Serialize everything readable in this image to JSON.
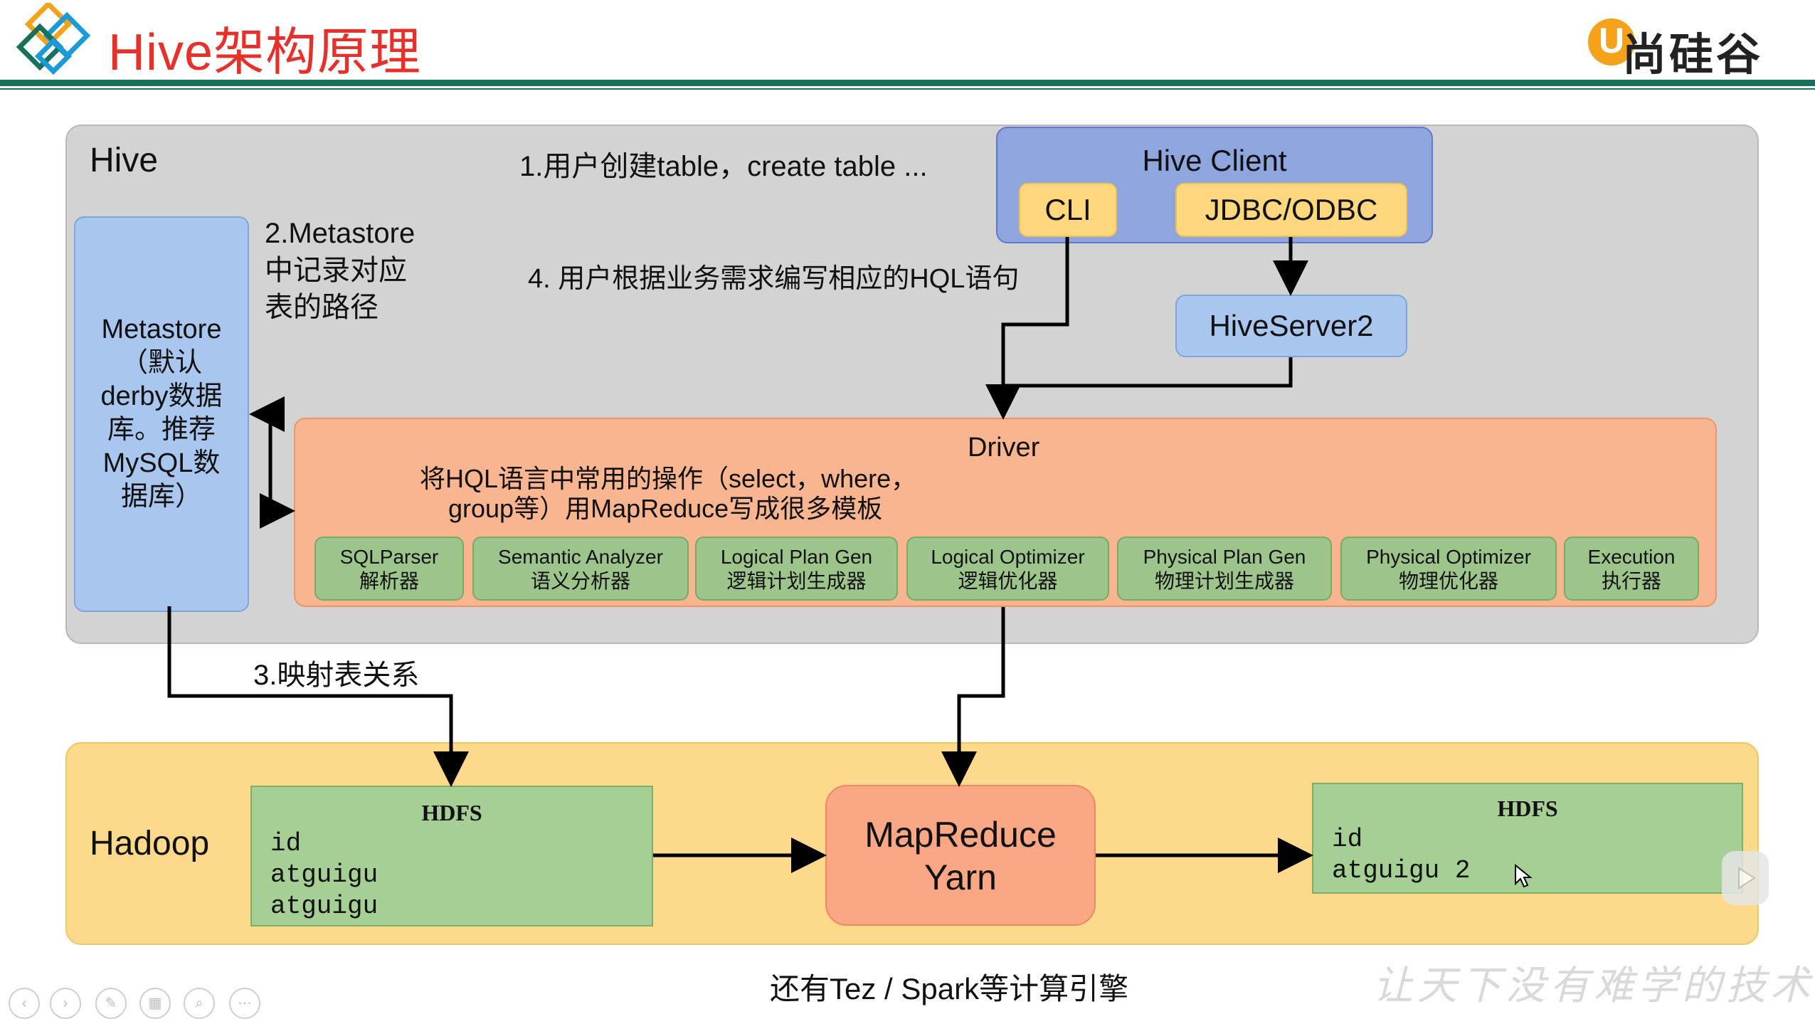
{
  "slide": {
    "title": "Hive架构原理",
    "brand": "尚硅谷",
    "watermark": "让天下没有难学的技术",
    "footer_note": "还有Tez / Spark等计算引擎"
  },
  "hive": {
    "label": "Hive",
    "step1": "1.用户创建table，create table ...",
    "step2_lines": [
      "2.Metastore",
      "中记录对应",
      "表的路径"
    ],
    "step4": "4. 用户根据业务需求编写相应的HQL语句",
    "client": {
      "title": "Hive Client",
      "cli": "CLI",
      "jdbc": "JDBC/ODBC"
    },
    "hiveserver2": "HiveServer2",
    "metastore_lines": [
      "Metastore",
      "（默认",
      "derby数据",
      "库。推荐",
      "MySQL数",
      "据库）"
    ],
    "driver": {
      "title": "Driver",
      "desc_line1": "将HQL语言中常用的操作（select，where，",
      "desc_line2": "group等）用MapReduce写成很多模板",
      "modules": [
        {
          "en": "SQLParser",
          "zh": "解析器"
        },
        {
          "en": "Semantic Analyzer",
          "zh": "语义分析器"
        },
        {
          "en": "Logical Plan Gen",
          "zh": "逻辑计划生成器"
        },
        {
          "en": "Logical Optimizer",
          "zh": "逻辑优化器"
        },
        {
          "en": "Physical Plan Gen",
          "zh": "物理计划生成器"
        },
        {
          "en": "Physical Optimizer",
          "zh": "物理优化器"
        },
        {
          "en": "Execution",
          "zh": "执行器"
        }
      ]
    }
  },
  "mapping_label": "3.映射表关系",
  "hadoop": {
    "label": "Hadoop",
    "hdfs_in": {
      "title": "HDFS",
      "rows": [
        "id",
        "atguigu",
        "atguigu"
      ]
    },
    "engine_lines": [
      "MapReduce",
      "Yarn"
    ],
    "hdfs_out": {
      "title": "HDFS",
      "rows": [
        "id",
        "atguigu 2"
      ]
    }
  },
  "colors": {
    "title_red": "#e8302a",
    "rule_green": "#15705c",
    "hive_gray": "#d3d3d3",
    "hadoop_yellow": "#fdd98c",
    "client_blue": "#8ea5de",
    "driver_orange": "#f9b590",
    "module_green": "#9dc58b"
  }
}
